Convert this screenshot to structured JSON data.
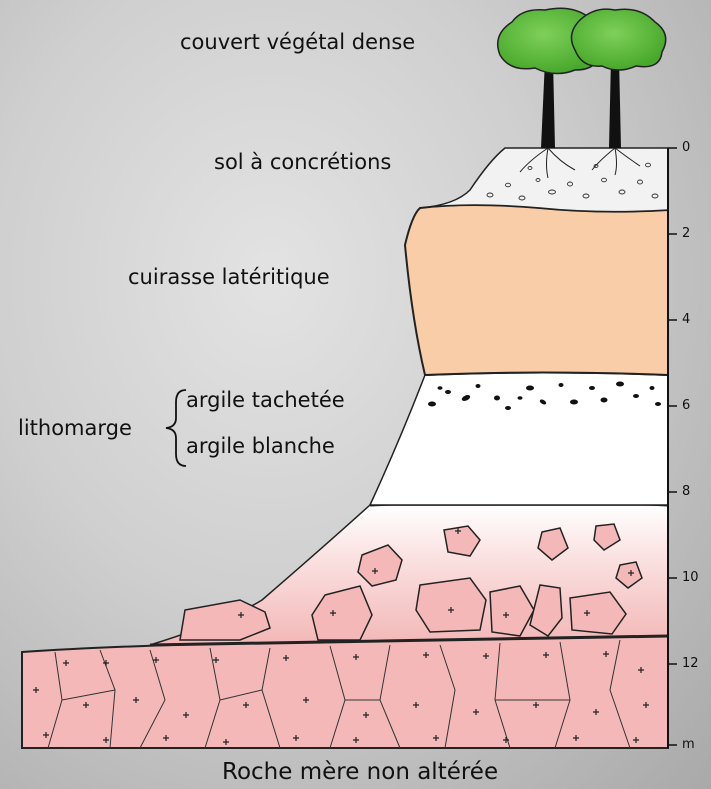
{
  "labels": {
    "vegetation": "couvert végétal dense",
    "soil": "sol à concrétions",
    "cuirasse": "cuirasse latéritique",
    "lithomarge": "lithomarge",
    "argile_tachetee": "argile tachetée",
    "argile_blanche": "argile blanche",
    "bedrock": "Roche mère non altérée"
  },
  "depth_scale": {
    "ticks": [
      "0",
      "2",
      "4",
      "6",
      "8",
      "10",
      "12"
    ],
    "unit": "m"
  },
  "colors": {
    "background": "#cfcfcf",
    "soil": "#f2f2f2",
    "cuirasse": "#f8cda8",
    "argile": "#ffffff",
    "saprolite": "#f6c8c8",
    "bedrock": "#f4b8b8",
    "foliage": "#5fbe3a"
  }
}
